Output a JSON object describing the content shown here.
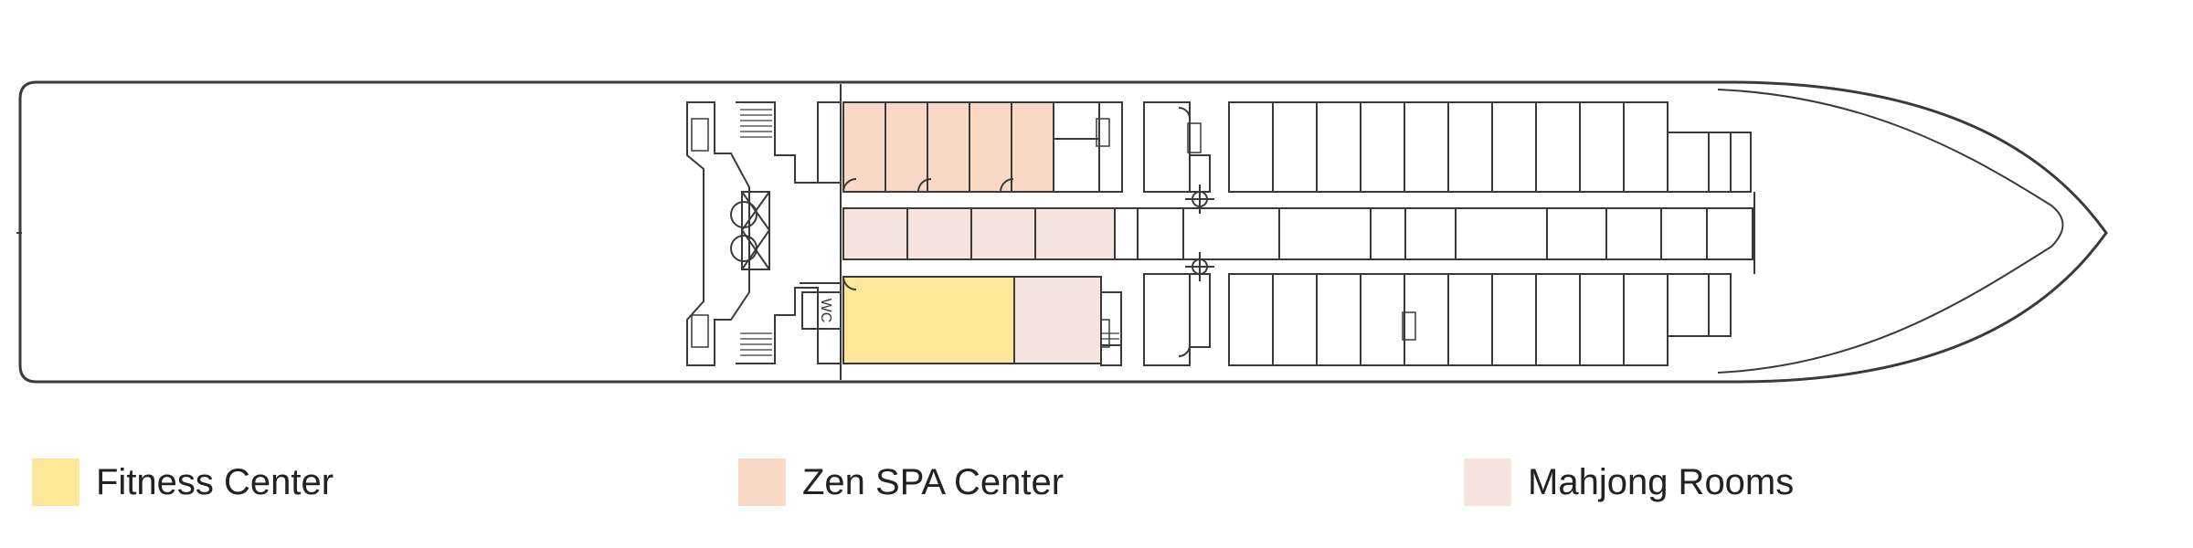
{
  "colors": {
    "outline": "#3a3a3a",
    "fitness": "#fbe797",
    "spa": "#f9d9c6",
    "mahjong": "#f5e3dd"
  },
  "labels": {
    "wc": "WC"
  },
  "legend": {
    "fitness": {
      "label": "Fitness Center",
      "color": "#fbe797"
    },
    "spa": {
      "label": "Zen SPA Center",
      "color": "#f9d9c6"
    },
    "mahjong": {
      "label": "Mahjong Rooms",
      "color": "#f5e3dd"
    }
  }
}
